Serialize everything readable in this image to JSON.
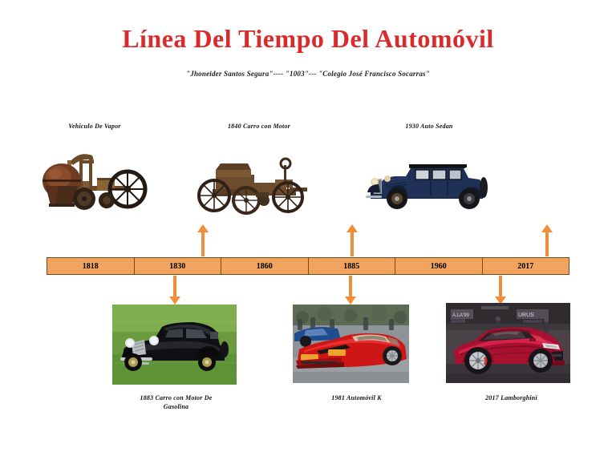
{
  "slide": {
    "title": "Línea Del Tiempo Del Automóvil",
    "subtitle": "\"Jhoneider Santos Segura\"---- \"1003\"--- \"Colegio José Francisco Socarras\"",
    "background_color": "#ffffff",
    "title_color": "#d92b2b",
    "accent_color": "#ef8f3c",
    "bar_fill_color": "#f0a460",
    "bar_border_color": "#7a4a14"
  },
  "timeline": {
    "years": [
      "1818",
      "1830",
      "1860",
      "1885",
      "1960",
      "2017"
    ]
  },
  "events_above": [
    {
      "label": "Vehiculo De Vapor",
      "image_name": "steam-vehicle-photo",
      "year_link": "1818"
    },
    {
      "label": "1840 Carro con Motor",
      "image_name": "motor-carriage-photo",
      "year_link": "1860"
    },
    {
      "label": "1930 Auto Sedan",
      "image_name": "sedan-1930-photo",
      "year_link": "2017"
    }
  ],
  "events_below": [
    {
      "label_line1": "1883 Carro con Motor De",
      "label_line2": "Gasolina",
      "image_name": "gasoline-car-1883-photo",
      "year_link": "1830"
    },
    {
      "label_line1": "1981 Automóvil K",
      "label_line2": "",
      "image_name": "ferrari-1981-photo",
      "year_link": "1885"
    },
    {
      "label_line1": "2017 Lamborghini",
      "label_line2": "",
      "image_name": "lamborghini-urus-photo",
      "year_link": "2017"
    }
  ]
}
